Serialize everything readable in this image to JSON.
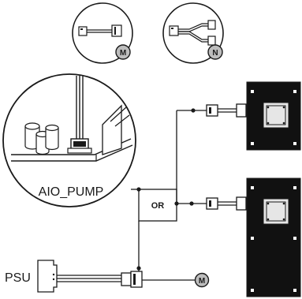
{
  "labels": {
    "cable_m": "M",
    "cable_n": "N",
    "aio_pump": "AIO_PUMP",
    "or": "OR",
    "psu": "PSU",
    "psu_badge": "M"
  },
  "colors": {
    "line": "#1a1a1a",
    "badge_fill": "#bdbdbd",
    "block_fill": "#111111",
    "block_plate": "#e6e6e6"
  }
}
